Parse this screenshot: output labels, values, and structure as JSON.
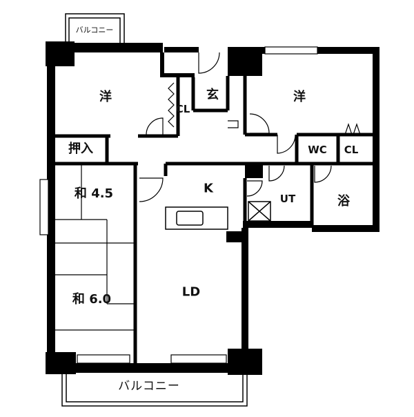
{
  "floor_plan": {
    "rooms": {
      "western_left": "洋",
      "entrance": "玄",
      "western_right": "洋",
      "closet_left": "CL",
      "closet_right": "CL",
      "oshiire": "押入",
      "wc": "WC",
      "japanese_small": "和 4.5",
      "kitchen": "K",
      "utility": "UT",
      "bath": "浴",
      "japanese_large": "和 6.0",
      "living_dining": "LD"
    },
    "balcony_top": "バルコニー",
    "balcony_bottom": "バルコニー"
  }
}
